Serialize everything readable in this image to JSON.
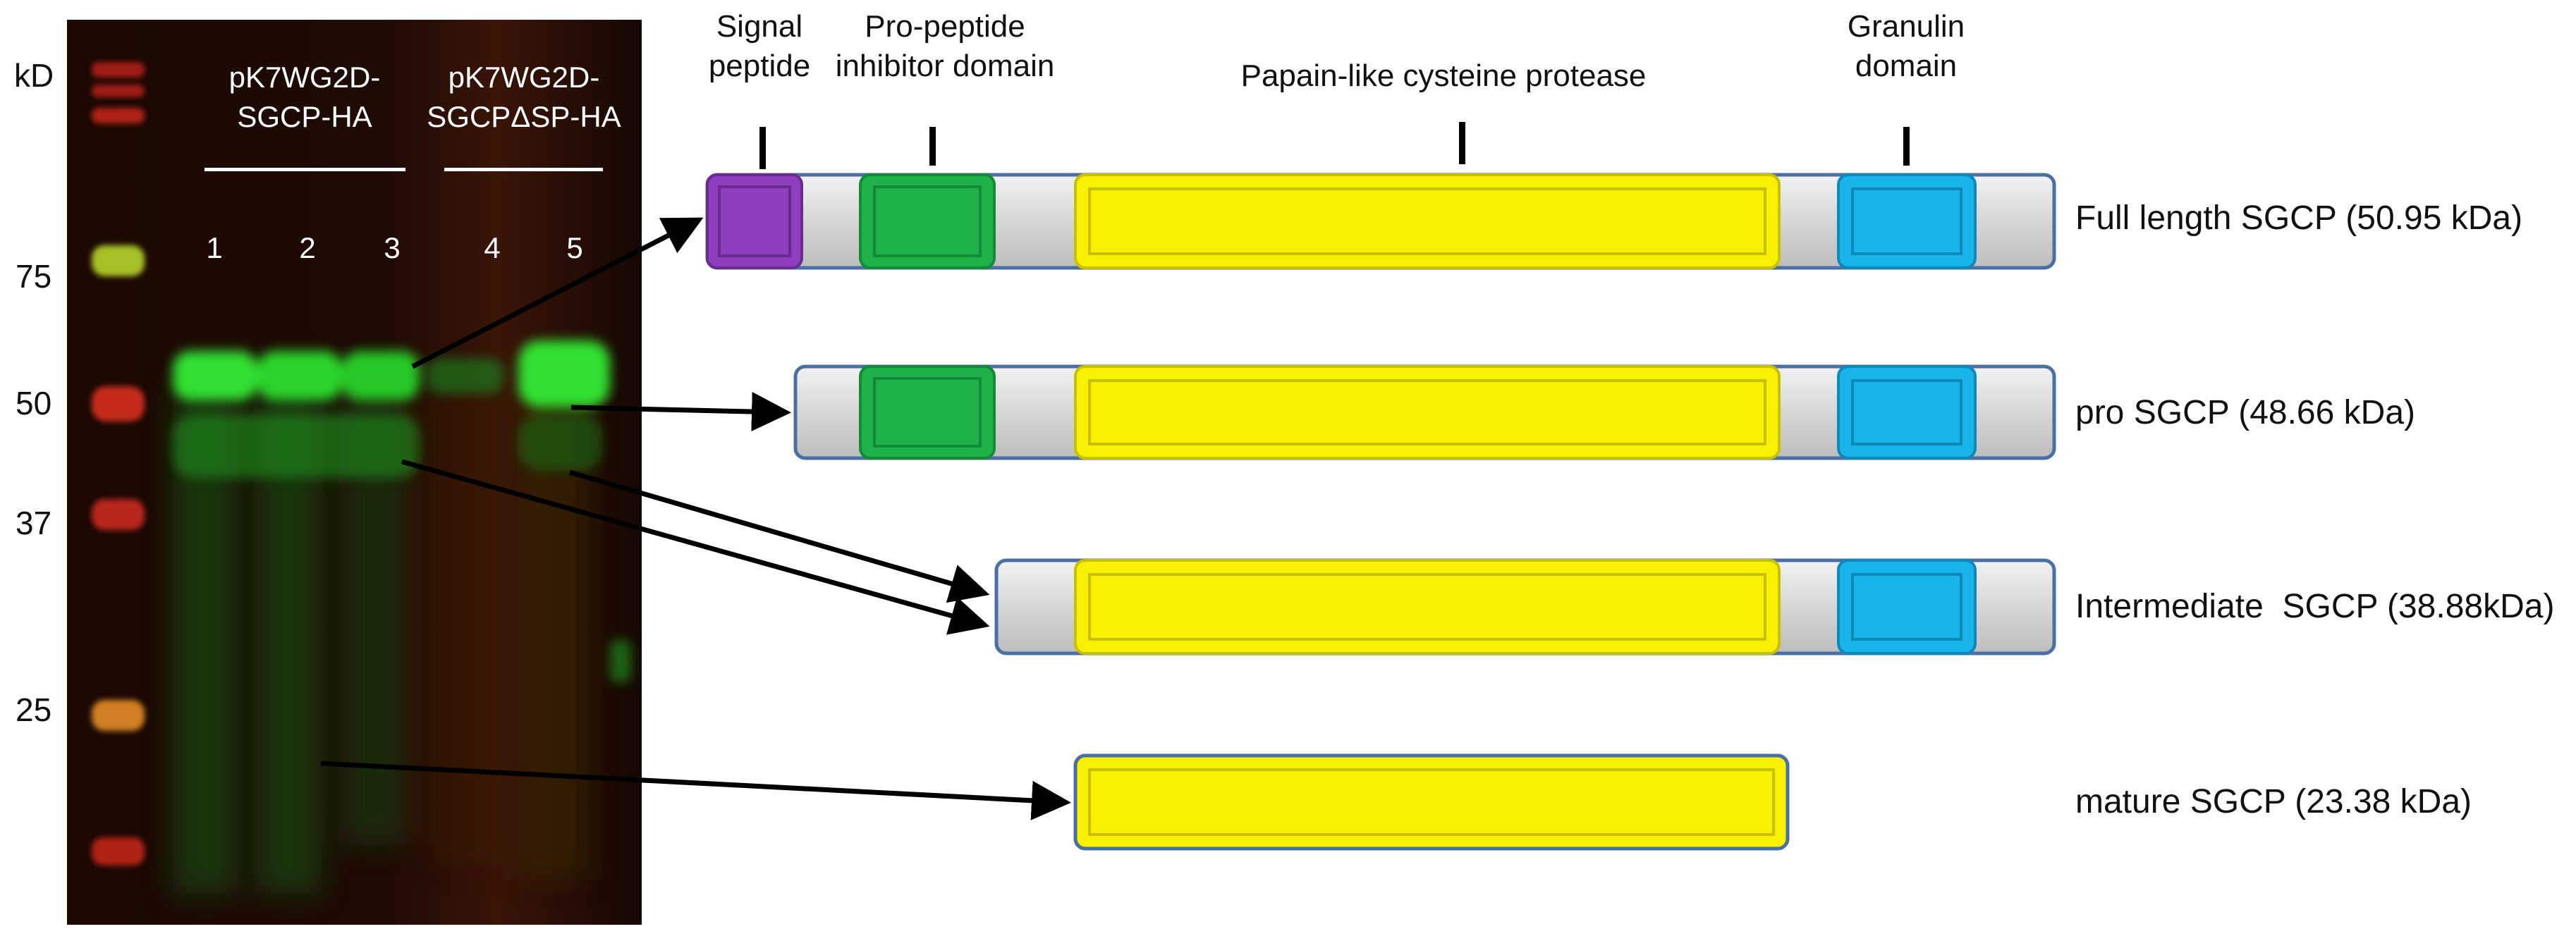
{
  "units_label": "kD",
  "marker_labels": [
    "75",
    "50",
    "37",
    "25"
  ],
  "gel_groups": [
    {
      "line1": "pK7WG2D-",
      "line2": "SGCP-HA"
    },
    {
      "line1": "pK7WG2D-",
      "line2": "SGCPΔSP-HA"
    }
  ],
  "lanes": [
    "1",
    "2",
    "3",
    "4",
    "5"
  ],
  "domain_headers": {
    "signal": {
      "line1": "Signal",
      "line2": "peptide"
    },
    "propeptide": {
      "line1": "Pro-peptide",
      "line2": "inhibitor domain"
    },
    "protease": {
      "line1": "Papain-like cysteine protease"
    },
    "granulin": {
      "line1": "Granulin",
      "line2": "domain"
    }
  },
  "constructs": [
    {
      "label": "Full length SGCP (50.95 kDa)",
      "domains": [
        "signal",
        "propeptide",
        "protease",
        "granulin"
      ]
    },
    {
      "label": "pro SGCP (48.66 kDa)",
      "domains": [
        "propeptide",
        "protease",
        "granulin"
      ]
    },
    {
      "label": "Intermediate  SGCP (38.88kDa)",
      "domains": [
        "protease",
        "granulin"
      ]
    },
    {
      "label": "mature SGCP (23.38 kDa)",
      "domains": [
        "protease"
      ]
    }
  ],
  "colors": {
    "signal": "#8e3fbd",
    "propeptide": "#1fb24a",
    "protease": "#f7f000",
    "granulin": "#19b5ea",
    "linker": "#d9d9d9",
    "outline": "#4a6fa5",
    "gel_background": "#1a0a05",
    "band_green": "#2ee02e",
    "marker_red": "#c0231c"
  }
}
